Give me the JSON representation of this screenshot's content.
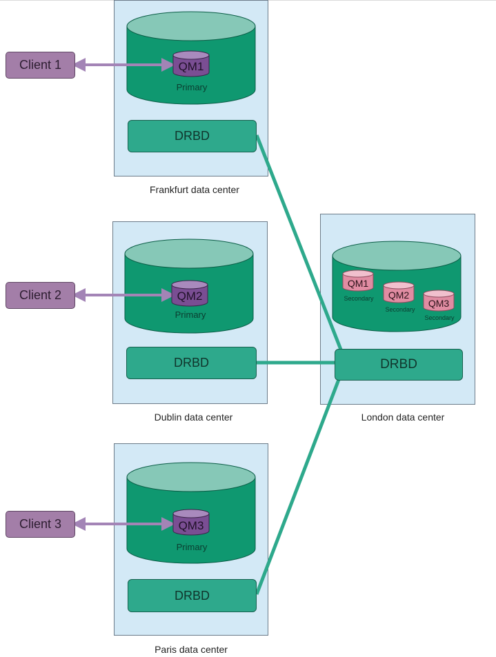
{
  "clients": [
    {
      "label": "Client 1"
    },
    {
      "label": "Client 2"
    },
    {
      "label": "Client 3"
    }
  ],
  "data_centers": {
    "frankfurt": {
      "caption": "Frankfurt data center",
      "drbd": "DRBD",
      "qm": "QM1",
      "role": "Primary"
    },
    "dublin": {
      "caption": "Dublin data center",
      "drbd": "DRBD",
      "qm": "QM2",
      "role": "Primary"
    },
    "paris": {
      "caption": "Paris data center",
      "drbd": "DRBD",
      "qm": "QM3",
      "role": "Primary"
    },
    "london": {
      "caption": "London data center",
      "drbd": "DRBD",
      "secondaries": [
        {
          "qm": "QM1",
          "role": "Secondary"
        },
        {
          "qm": "QM2",
          "role": "Secondary"
        },
        {
          "qm": "QM3",
          "role": "Secondary"
        }
      ]
    }
  },
  "colors": {
    "box_fill": "#d3e9f6",
    "cylinder_body": "#0f9870",
    "cylinder_top": "#86c8b7",
    "drbd_fill": "#2ea98c",
    "link": "#2ea98c",
    "client_fill": "#a37ea8",
    "arrow": "#a384b6",
    "primary_qm": "#7a4e93",
    "secondary_qm": "#e08ca2"
  }
}
